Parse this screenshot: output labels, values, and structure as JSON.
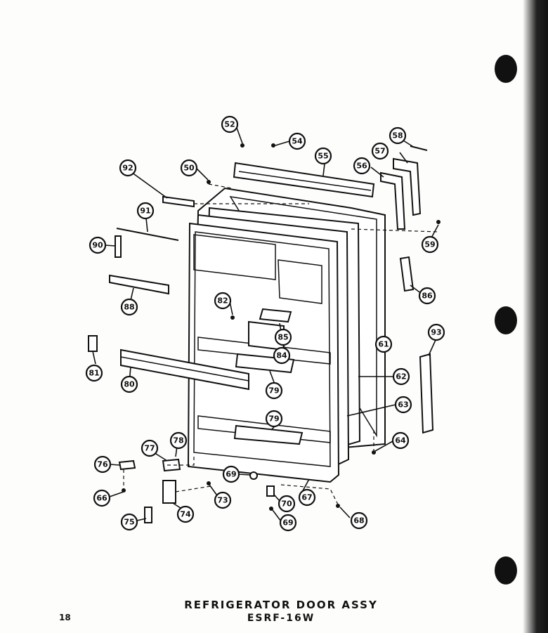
{
  "title": "REFRIGERATOR DOOR ASSY",
  "model": "ESRF-16W",
  "page_number": "18",
  "callouts": [
    "52",
    "54",
    "55",
    "56",
    "57",
    "58",
    "59",
    "50",
    "92",
    "91",
    "90",
    "88",
    "82",
    "85",
    "84",
    "86",
    "61",
    "62",
    "63",
    "64",
    "93",
    "81",
    "80",
    "79",
    "79",
    "77",
    "78",
    "76",
    "73",
    "74",
    "75",
    "66",
    "69",
    "70",
    "67",
    "68",
    "69"
  ]
}
